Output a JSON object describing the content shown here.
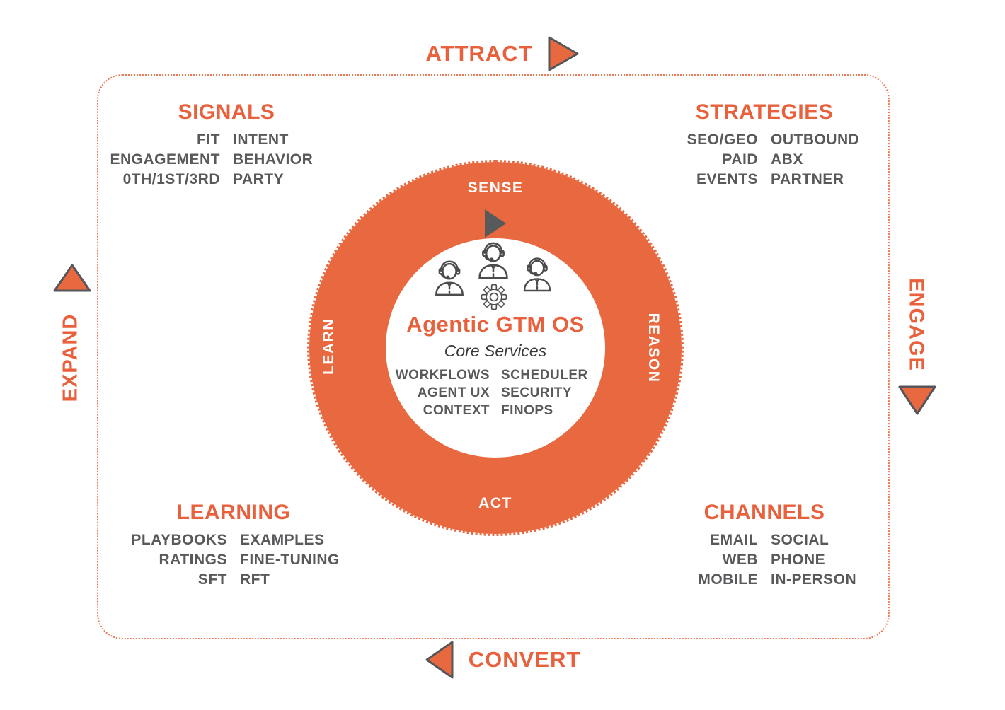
{
  "colors": {
    "accent_orange": "#e8603c",
    "ring_orange": "#e8683f",
    "dark_gray": "#58595b",
    "triangle_outline": "#55565a",
    "frame_dotted": "#ec7b55"
  },
  "edges": {
    "top": {
      "label": "ATTRACT",
      "arrow": "right"
    },
    "right": {
      "label": "ENGAGE",
      "arrow": "down"
    },
    "bottom": {
      "label": "CONVERT",
      "arrow": "left"
    },
    "left": {
      "label": "EXPAND",
      "arrow": "up"
    }
  },
  "quadrants": {
    "signals": {
      "title": "SIGNALS",
      "rows": [
        [
          "FIT",
          "INTENT"
        ],
        [
          "ENGAGEMENT",
          "BEHAVIOR"
        ],
        [
          "0TH/1ST/3RD",
          "PARTY"
        ]
      ]
    },
    "strategies": {
      "title": "STRATEGIES",
      "rows": [
        [
          "SEO/GEO",
          "OUTBOUND"
        ],
        [
          "PAID",
          "ABX"
        ],
        [
          "EVENTS",
          "PARTNER"
        ]
      ]
    },
    "learning": {
      "title": "LEARNING",
      "rows": [
        [
          "PLAYBOOKS",
          "EXAMPLES"
        ],
        [
          "RATINGS",
          "FINE-TUNING"
        ],
        [
          "SFT",
          "RFT"
        ]
      ]
    },
    "channels": {
      "title": "CHANNELS",
      "rows": [
        [
          "EMAIL",
          "SOCIAL"
        ],
        [
          "WEB",
          "PHONE"
        ],
        [
          "MOBILE",
          "IN-PERSON"
        ]
      ]
    }
  },
  "ring": {
    "top": "SENSE",
    "right": "REASON",
    "bottom": "ACT",
    "left": "LEARN"
  },
  "core": {
    "title": "Agentic GTM OS",
    "subtitle": "Core Services",
    "rows": [
      [
        "WORKFLOWS",
        "SCHEDULER"
      ],
      [
        "AGENT UX",
        "SECURITY"
      ],
      [
        "CONTEXT",
        "FINOPS"
      ]
    ],
    "icons": [
      "agent-icon",
      "agent-icon",
      "agent-icon",
      "gear-icon",
      "play-icon"
    ]
  }
}
